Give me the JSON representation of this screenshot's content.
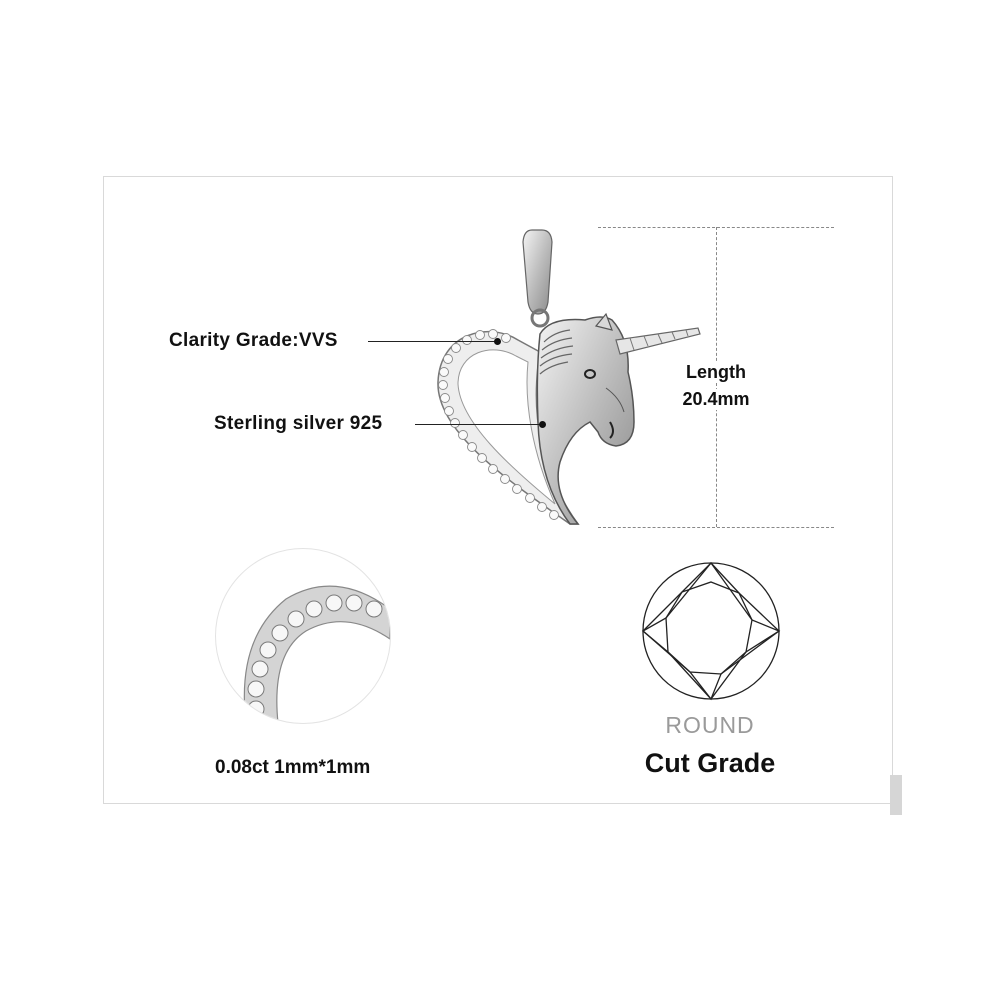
{
  "labels": {
    "clarity": "Clarity Grade:VVS",
    "material": "Sterling silver 925",
    "length_title": "Length",
    "length_value": "20.4mm",
    "carat": "0.08ct 1mm*1mm",
    "shape": "ROUND",
    "cut": "Cut Grade"
  },
  "icons": {
    "pendant": "unicorn-heart-pendant-icon",
    "detail": "stone-detail-zoom-icon",
    "gem": "round-cut-gem-icon"
  },
  "colors": {
    "silver": "#c8c8c8",
    "text": "#111111",
    "muted": "#9a9a9a"
  }
}
